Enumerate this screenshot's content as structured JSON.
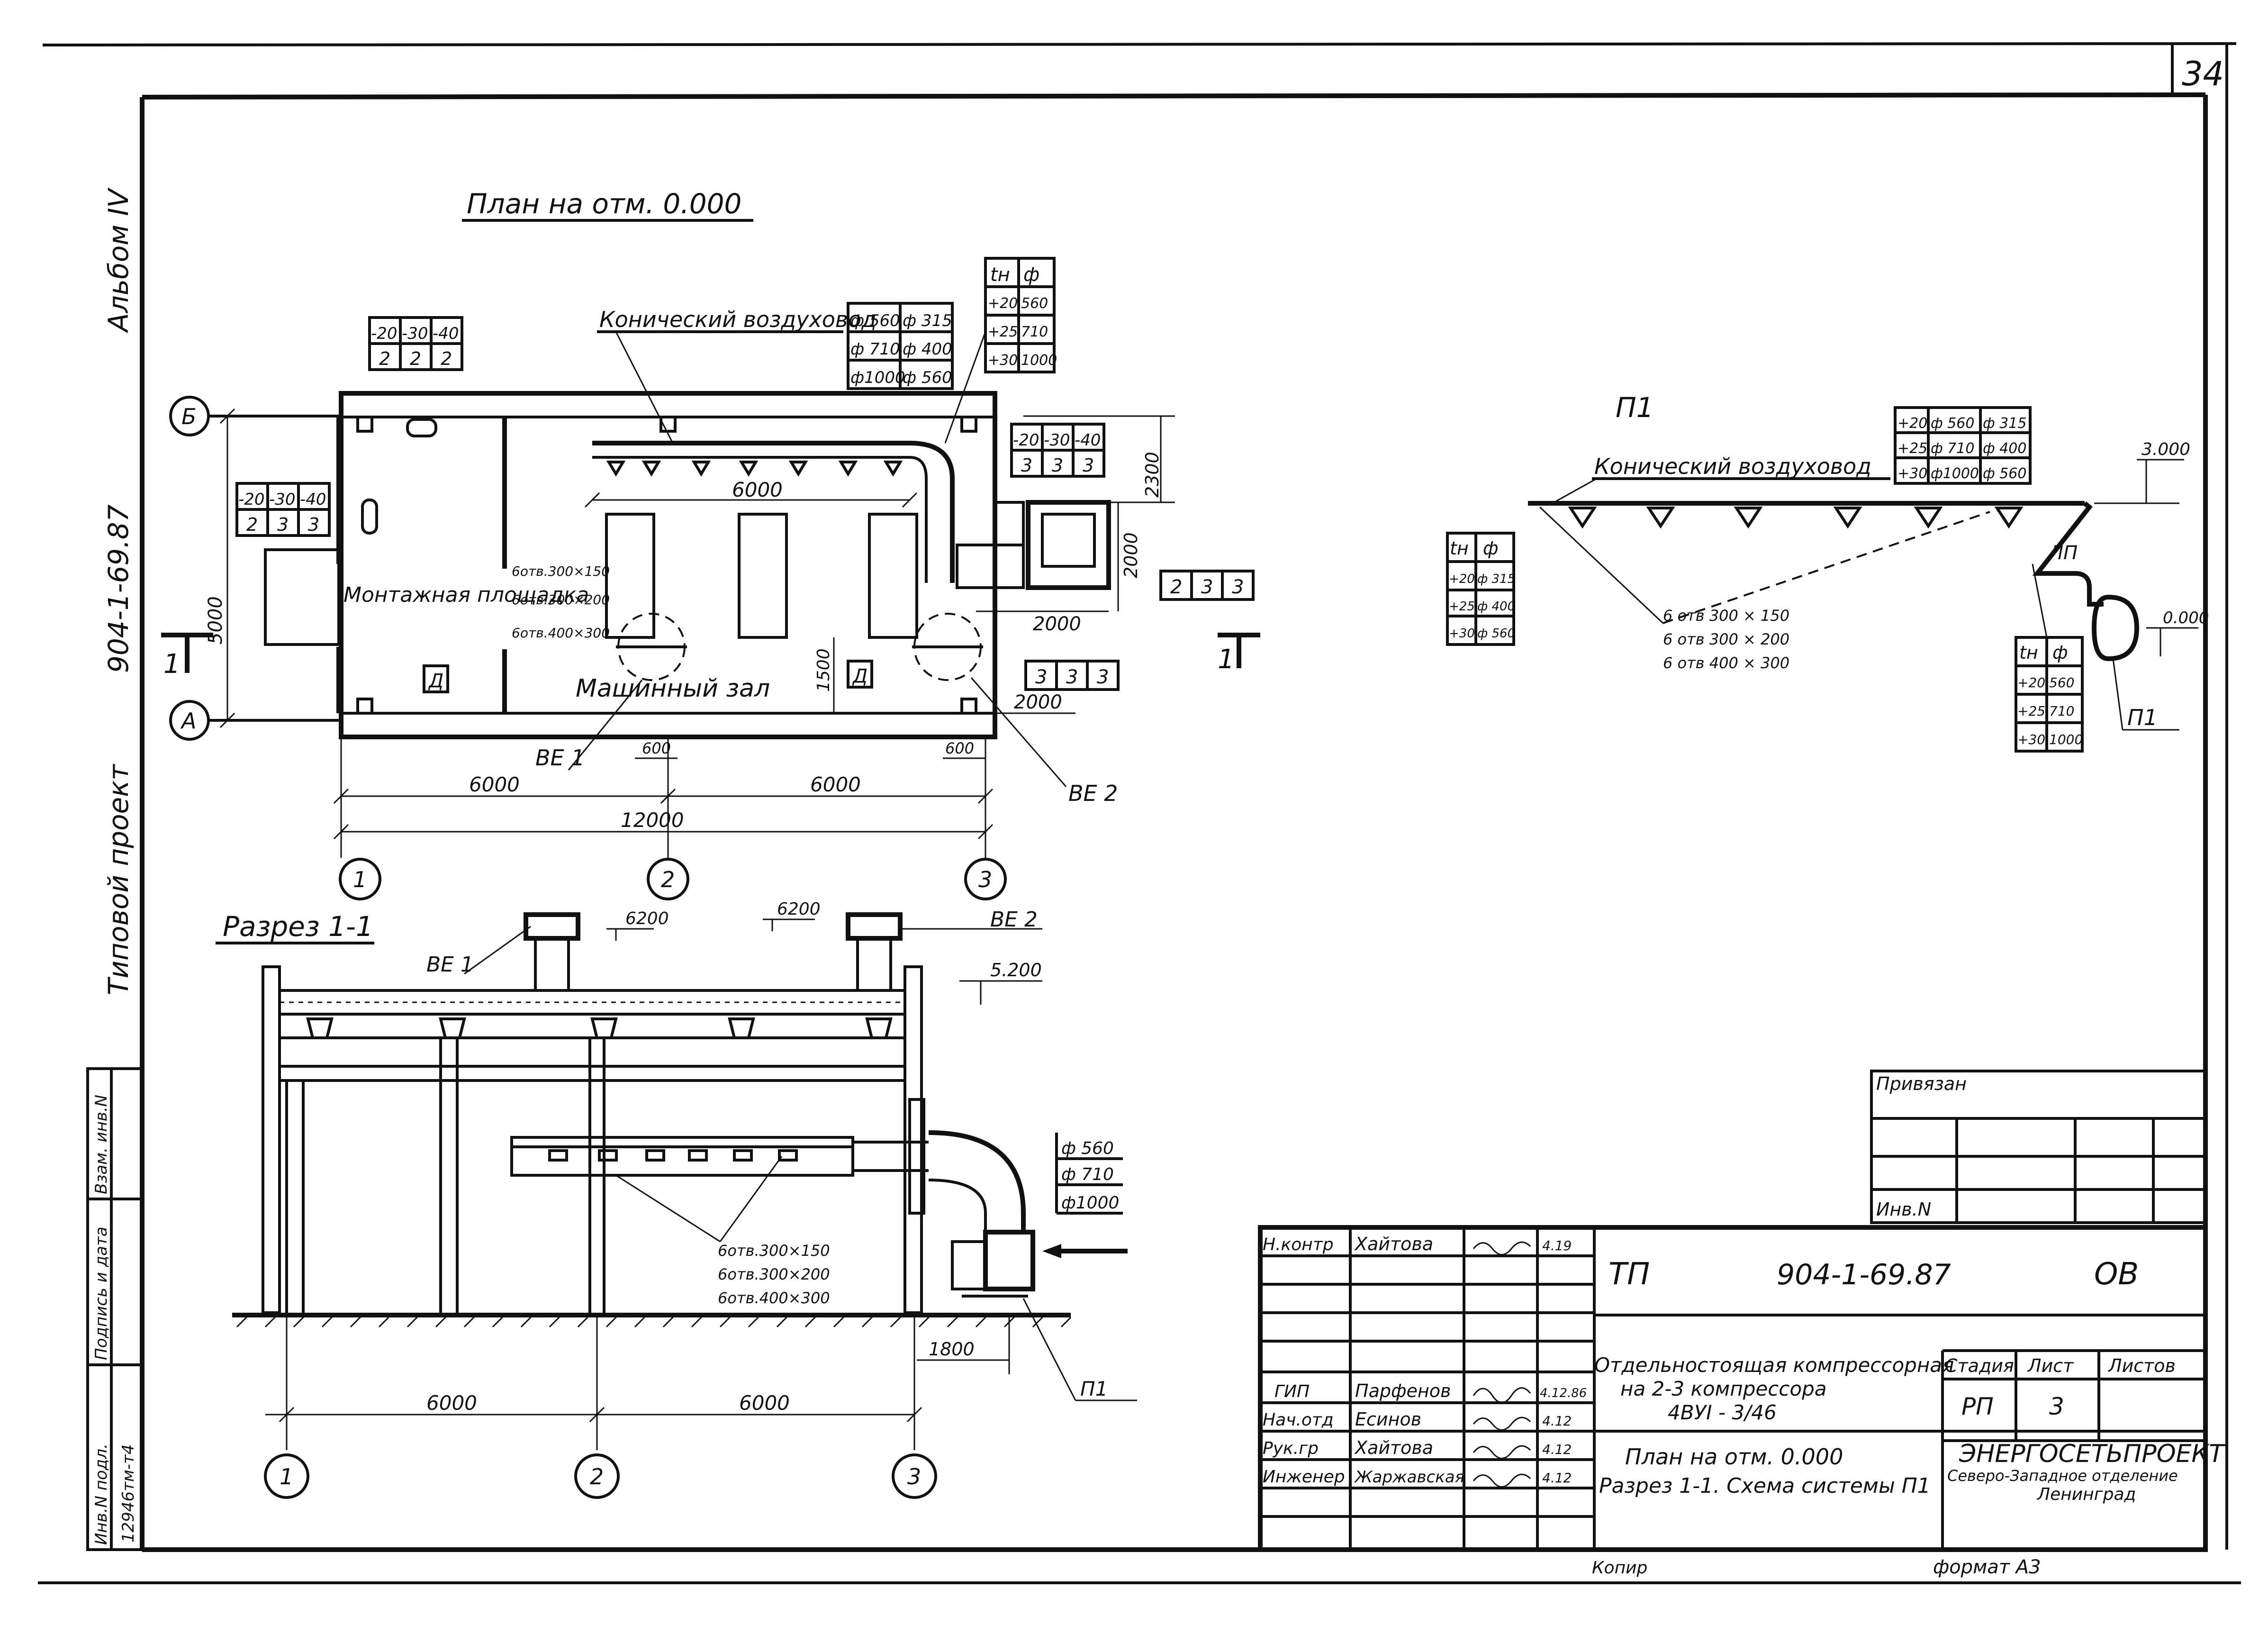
{
  "sheet": {
    "sheet_no": "34",
    "album": "Альбом IV",
    "project_code_side": "904-1-69.87",
    "project_type": "Типовой проект",
    "copy": "Копир",
    "format": "формат А3"
  },
  "left_strip": {
    "inv_podl": "Инв.N подл.",
    "podp_data": "Подпись и дата",
    "vzam_inv": "Взам. инв.N",
    "inv_value": "12946тм-т4"
  },
  "plan": {
    "title": "План на отм. 0.000",
    "conical_duct": "Конический воздуховод",
    "room_assembly": "Монтажная площадка",
    "room_machine": "Машинный зал",
    "mark_d": "Д",
    "ve1": "ВЕ 1",
    "ve2": "ВЕ 2",
    "axis_a": "А",
    "axis_b": "Б",
    "axis_1": "1",
    "axis_2": "2",
    "axis_3": "3",
    "section_mark": "1",
    "dims": {
      "d6000_inner": "6000",
      "d6000_left": "6000",
      "d6000_right": "6000",
      "d12000": "12000",
      "d5000": "5000",
      "d600a": "600",
      "d600b": "600",
      "d1500": "1500",
      "d2000a": "2000",
      "d2000b": "2000",
      "d2000c": "2000",
      "d2300": "2300"
    },
    "outlets": [
      "6отв.300×150",
      "6отв.300×200",
      "6отв.400×300"
    ],
    "t_tables": {
      "t1": {
        "r1": [
          "-20",
          "-30",
          "-40"
        ],
        "r2": [
          "2",
          "2",
          "2"
        ]
      },
      "t2": {
        "r1": [
          "-20",
          "-30",
          "-40"
        ],
        "r2": [
          "2",
          "3",
          "3"
        ]
      },
      "t3": {
        "r1": [
          "-20",
          "-30",
          "-40"
        ],
        "r2": [
          "3",
          "3",
          "3"
        ]
      },
      "t4": [
        "2",
        "3",
        "3"
      ],
      "t5": [
        "3",
        "3",
        "3"
      ]
    },
    "duct_table": [
      [
        "ф 560",
        "ф 315"
      ],
      [
        "ф 710",
        "ф 400"
      ],
      [
        "ф1000",
        "ф 560"
      ]
    ],
    "tn_table": {
      "h": [
        "tн",
        "ф"
      ],
      "rows": [
        [
          "+20",
          "560"
        ],
        [
          "+25",
          "710"
        ],
        [
          "+30",
          "1000"
        ]
      ]
    }
  },
  "section": {
    "title": "Разрез 1-1",
    "ve1": "ВЕ 1",
    "ve2": "ВЕ 2",
    "lvl1": "6200",
    "lvl2": "6200",
    "lvl3": "5.200",
    "d1800": "1800",
    "p1": "П1",
    "d6000a": "6000",
    "d6000b": "6000",
    "axis_1": "1",
    "axis_2": "2",
    "axis_3": "3",
    "outlets": [
      "6отв.300×150",
      "6отв.300×200",
      "6отв.400×300"
    ],
    "diams": [
      "ф 560",
      "ф 710",
      "ф1000"
    ]
  },
  "scheme": {
    "title": "П1",
    "conical_duct": "Конический воздуховод",
    "lvl_top": "3.000",
    "lvl_zero": "0.000",
    "lp": "ЛП",
    "p1": "П1",
    "outlets": [
      "6 отв 300 × 150",
      "6 отв 300 × 200",
      "6 отв 400 × 300"
    ],
    "top_table": [
      [
        "+20",
        "ф 560",
        "ф 315"
      ],
      [
        "+25",
        "ф 710",
        "ф 400"
      ],
      [
        "+30",
        "ф1000",
        "ф 560"
      ]
    ],
    "left_table": {
      "h": [
        "tн",
        "ф"
      ],
      "rows": [
        [
          "+20",
          "ф 315"
        ],
        [
          "+25",
          "ф 400"
        ],
        [
          "+30",
          "ф 560"
        ]
      ]
    },
    "right_table": {
      "h": [
        "tн",
        "ф"
      ],
      "rows": [
        [
          "+20",
          "560"
        ],
        [
          "+25",
          "710"
        ],
        [
          "+30",
          "1000"
        ]
      ]
    }
  },
  "title_block": {
    "privyazan": "Привязан",
    "inv_n": "Инв.N",
    "code": "ТП",
    "number": "904-1-69.87",
    "section": "ОВ",
    "object": [
      "Отдельностоящая компрессорная",
      "на 2-3 компрессора",
      "4ВУI - 3/46"
    ],
    "drawing": [
      "План на отм. 0.000",
      "Разрез 1-1. Схема системы П1"
    ],
    "stage_h": "Стадия",
    "sheet_h": "Лист",
    "sheets_h": "Листов",
    "stage": "РП",
    "sheet": "3",
    "org": [
      "ЭНЕРГОСЕТЬПРОЕКТ",
      "Северо-Западное отделение",
      "Ленинград"
    ],
    "people": [
      {
        "role": "Н.контр",
        "name": "Хайтова",
        "date": "4.19"
      },
      {
        "role": "ГИП",
        "name": "Парфенов",
        "date": "4.12.86"
      },
      {
        "role": "Нач.отд",
        "name": "Есинов",
        "date": "4.12"
      },
      {
        "role": "Рук.гр",
        "name": "Хайтова",
        "date": "4.12"
      },
      {
        "role": "Инженер",
        "name": "Жаржавская",
        "date": "4.12"
      }
    ]
  }
}
